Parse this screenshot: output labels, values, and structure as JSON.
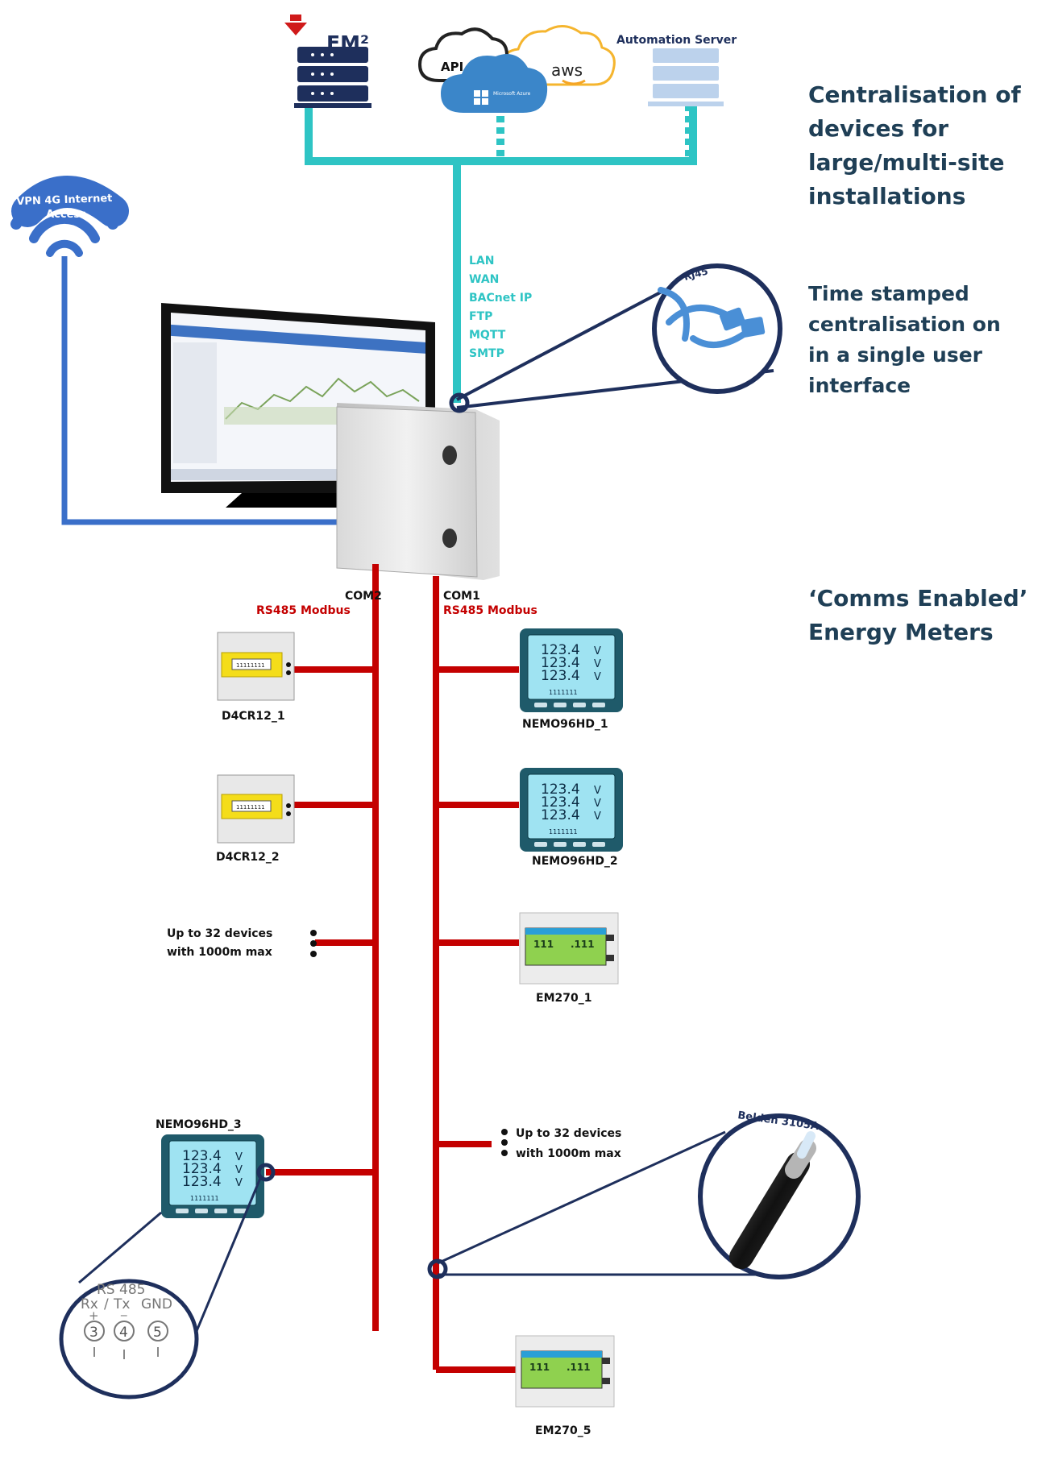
{
  "top_systems": {
    "em2_label": "EM²",
    "api_label": "API",
    "aws_label": "aws",
    "azure_label": "Microsoft Azure",
    "automation_server_label": "Automation Server"
  },
  "vpn": {
    "line1": "VPN 4G Internet",
    "line2": "Access"
  },
  "protocols": [
    "LAN",
    "WAN",
    "BACnet IP",
    "FTP",
    "MQTT",
    "SMTP"
  ],
  "rj45_label": "RJ45",
  "cable_label": "Belden 3105A",
  "side_text": {
    "block1": [
      "Centralisation of",
      "devices for",
      "large/multi-site",
      "installations"
    ],
    "block2": [
      "Time stamped",
      "centralisation on",
      "in a single user",
      "interface"
    ],
    "block3": [
      "‘Comms Enabled’",
      "Energy Meters"
    ]
  },
  "buses": {
    "com2": {
      "name": "COM2",
      "protocol": "RS485 Modbus"
    },
    "com1": {
      "name": "COM1",
      "protocol": "RS485 Modbus"
    }
  },
  "devices": {
    "d4cr12_1": "D4CR12_1",
    "d4cr12_2": "D4CR12_2",
    "nemo_1": "NEMO96HD_1",
    "nemo_2": "NEMO96HD_2",
    "nemo_3": "NEMO96HD_3",
    "em270_1": "EM270_1",
    "em270_5": "EM270_5"
  },
  "meter_display": {
    "nemo_value": "123.4",
    "nemo_unit": "V",
    "nemo_counter": "1111111",
    "em270_value": "111",
    "em270_value_small": ".111",
    "d4_display": "11111111"
  },
  "capacity_notes": {
    "line1": "Up to 32 devices",
    "line2": "with 1000m max"
  },
  "rs485_detail": {
    "title": "RS 485",
    "rx": "Rx",
    "tx": "Tx",
    "gnd": "GND",
    "plus": "+",
    "minus": "_",
    "slash": "/",
    "terminals": [
      "3",
      "4",
      "5"
    ]
  },
  "colors": {
    "network_teal": "#2ec4c4",
    "bus_red": "#c40000",
    "vpn_blue": "#3a6fc9",
    "navy": "#1e2f5c",
    "heading": "#1f3f56"
  }
}
